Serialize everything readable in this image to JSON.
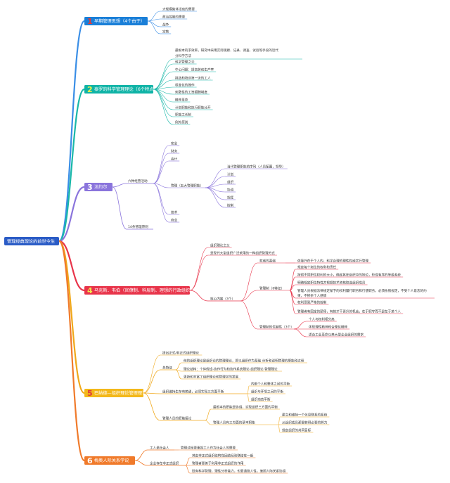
{
  "root": {
    "label": "管理经典理论的前世今生",
    "color": "#2b5cc6"
  },
  "branches": [
    {
      "num": "1",
      "label": "早期管理思想（4个由于）",
      "color": "#1a7fd8",
      "num_color": "#e03a3a",
      "line": "#3a8ee6",
      "items": [
        "大规模集体活动的需要",
        "政治控制的需要",
        "战争",
        "宗教"
      ]
    },
    {
      "num": "2",
      "label": "泰罗的科学管理理论（6个特点）",
      "color": "#0fb3a6",
      "num_color": "#e8f04a",
      "line": "#19b8a9",
      "items": [
        "最根本的求效率，研究中采用实际观察、记录、调查、试验等手段的近代分科学方法",
        "科学管理之父",
        "中心问题：提高劳动生产率",
        "挑选和培训第一流的工人",
        "标准化的操作",
        "刺激性的工资报酬制度",
        "精神革命",
        "计划职能和执行职能分开",
        "职能工长制",
        "例外原则"
      ]
    },
    {
      "num": "3",
      "label": "法约尔",
      "color": "#8a74dc",
      "num_color": "#ffffff",
      "line": "#8a74dc",
      "sub1": "六种经营活动",
      "items": [
        "安全",
        "财务",
        "会计",
        "管理（五大管理职能）",
        "技术",
        "商业"
      ],
      "mgmt": [
        "当代管理职能的序列（人员配置，领导）",
        "计划",
        "组织",
        "协调",
        "指挥",
        "控制"
      ],
      "sub2": "14条管理原则"
    },
    {
      "num": "4",
      "label": "马克斯．韦伯（官僚制、科层制、理想的行政组织）",
      "color": "#e8344a",
      "num_color": "#f0e84a",
      "line": "#e8344a",
      "items": [
        "组织理论之父",
        "是现代大型组织广泛采用的一种组织管理方式"
      ],
      "core": "核心内容（3个）",
      "power": "权威的基础",
      "power_child": "依靠外在于个人的、科学合理的理性权威实行管理",
      "admin": "管理制（6特征）",
      "admin_items": [
        "规定每个岗位的权利和责任",
        "按照不同职位权利的大小，确定其在组织中的地位，形成有序的等级系统",
        "明确规定职位特性并根据技术资格取选组织成员",
        "管理人员根据法律规定赋予的权利履行职务和行使职务，必须依照规定，不受个人意志的约束，不掺杂个人感情",
        "权利受到严格的控制",
        "管理者有固定的薪俸，有按才干晋升的机会，在于职守而不是在于某个人"
      ],
      "advantage": "管理制的优越性（3个）",
      "adv_items": [
        "个人与权利相分离",
        "体现理性精神和合理化精神",
        "适合工业革命以来大型企业组织的需求"
      ]
    },
    {
      "num": "5",
      "label": "巴纳德—组织理论管理理论",
      "color": "#f3b81a",
      "num_color": "#e03a3a",
      "line": "#f0a81a",
      "items": [
        "提出正式/非正式组织理论"
      ],
      "general": "总特征",
      "gen_items": [
        "他的组织理论是组织论的管理理论，即以组织作为基础 分析和说明管理的职能和过程",
        "理论结构：个体假设-协作行为和协作系统理论-组织理论-管理理论",
        "更新和丰富了组织理论和管理学的发展"
      ],
      "balance": "组织维持生存有赖通，必须实现三方面平衡",
      "bal_items": [
        "内部个人和整体之间的平衡",
        "组织与环境之间的平衡",
        "组织动态平衡"
      ],
      "manager": "管理人员的职能接论",
      "mgr_items": [
        "最根本的职能是协调，实现组织三方面的平衡"
      ],
      "tasks": "管理人员有三方面的基本职能",
      "task_items": [
        "建立和维持一个信息联系的系统",
        "从组织成员那里获得必要的努力",
        "规定组织的共同目标"
      ]
    },
    {
      "num": "6",
      "label": "梅奥人际关系学说",
      "color": "#f07a2a",
      "num_color": "#ffffff",
      "line": "#f07a2a",
      "social": "工人是社会人",
      "social_child": "管理过程要重视工人作为社会人的需要",
      "informal": "企业存在非正式组织",
      "inf_items": [
        "其由非正式组织结构在团结经验联结在一起",
        "管理者要善于利用非正式组织的作用",
        "既有科学管理，理性分析能力，也要通晓人性，兼顾人际关系协调"
      ]
    }
  ]
}
